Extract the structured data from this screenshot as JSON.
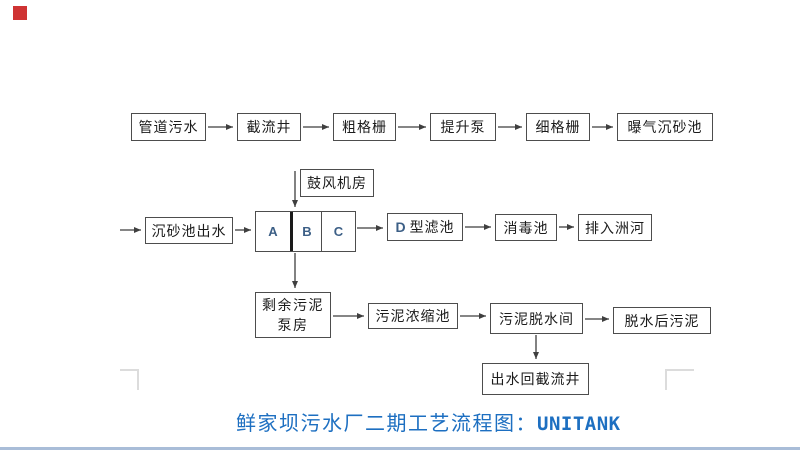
{
  "flow": {
    "stage1": [
      "管道污水",
      "截流井",
      "粗格栅",
      "提升泵",
      "细格栅",
      "曝气沉砂池"
    ],
    "blower_room": "鼓风机房",
    "inlet": "沉砂池出水",
    "unitank_cells": [
      "A",
      "B",
      "C"
    ],
    "filter_latin": "D",
    "filter_cn": "型滤池",
    "disinfection": "消毒池",
    "outfall": "排入洲河",
    "sludge_pump_line1": "剩余污泥",
    "sludge_pump_line2": "泵房",
    "thickener": "污泥浓缩池",
    "dewatering_room": "污泥脱水间",
    "dewatered_sludge": "脱水后污泥",
    "return_well": "出水回截流井"
  },
  "caption": {
    "cn": "鲜家坝污水厂二期工艺流程图：",
    "en": "UNITANK",
    "color": "#1d6fc1"
  },
  "decorations": {
    "marker_color": "#cf3333",
    "bottom_rule_color": "#a9bdd8"
  }
}
